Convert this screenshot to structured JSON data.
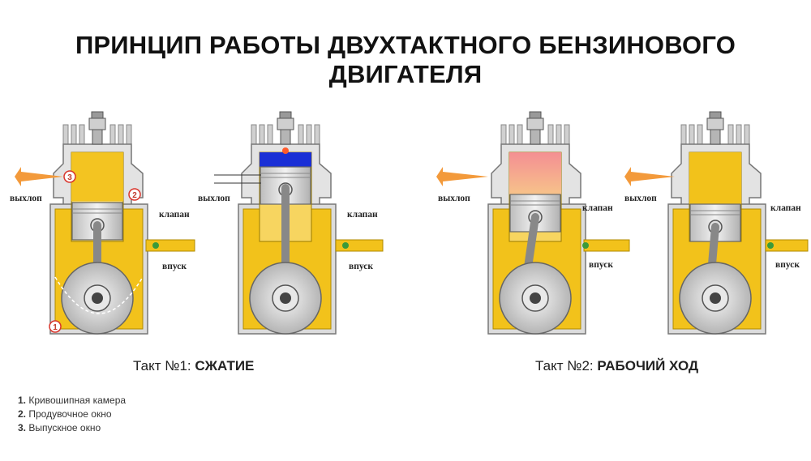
{
  "title": "ПРИНЦИП РАБОТЫ ДВУХТАКТНОГО БЕНЗИНОВОГО ДВИГАТЕЛЯ",
  "labels": {
    "exhaust": "выхлоп",
    "valve": "клапан",
    "intake": "впуск"
  },
  "markers": [
    "1",
    "2",
    "3"
  ],
  "strokes": [
    {
      "prefix": "Такт №1:",
      "name": "СЖАТИЕ"
    },
    {
      "prefix": "Такт №2:",
      "name": "РАБОЧИЙ ХОД"
    }
  ],
  "legend": [
    {
      "num": "1.",
      "text": "Кривошипная камера"
    },
    {
      "num": "2.",
      "text": "Продувочное окно"
    },
    {
      "num": "3.",
      "text": "Выпускное окно"
    }
  ],
  "colors": {
    "fuel": "#f2c21b",
    "fuel_light": "#f7d560",
    "metal": "#c9c9c9",
    "compression": "#1a2fd6",
    "combustion": "#f59a9a",
    "exhaust_arrow": "#f39a3b",
    "marker": "#d9342b"
  }
}
